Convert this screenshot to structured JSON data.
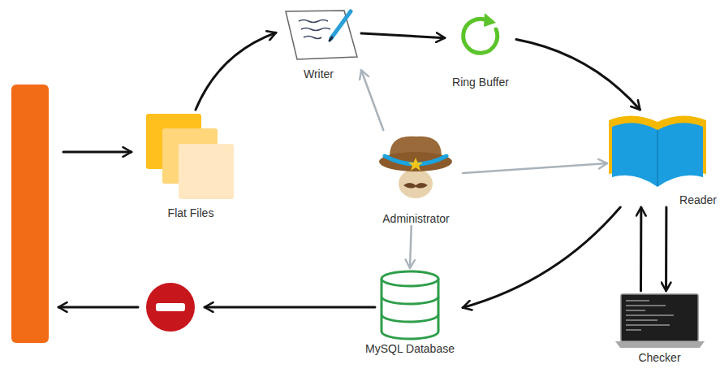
{
  "diagram": {
    "nodes": [
      {
        "text": [
          "Flat Files"
        ]
      },
      {
        "text": [
          "Writer"
        ]
      },
      {
        "text": [
          "Ring Buffer"
        ]
      },
      {
        "text": [
          "Reader"
        ]
      },
      {
        "text": [
          "Administrator"
        ]
      },
      {
        "text": [
          "Checker"
        ]
      },
      {
        "text": [
          "MySQL Database"
        ]
      }
    ],
    "edges": [
      {
        "from": 0,
        "to": 1,
        "arrow": "to"
      },
      {
        "from": 1,
        "to": 2,
        "arrow": "to"
      },
      {
        "from": 2,
        "to": 3,
        "arrow": "to"
      },
      {
        "from": 4,
        "to": 1,
        "arrow": "to"
      },
      {
        "from": 4,
        "to": 3,
        "arrow": "to"
      },
      {
        "from": 4,
        "to": 6,
        "arrow": "to"
      },
      {
        "from": 3,
        "to": 5,
        "arrow": "to"
      },
      {
        "from": 5,
        "to": 3,
        "arrow": "to"
      },
      {
        "from": 3,
        "to": 6,
        "arrow": "to"
      }
    ]
  }
}
